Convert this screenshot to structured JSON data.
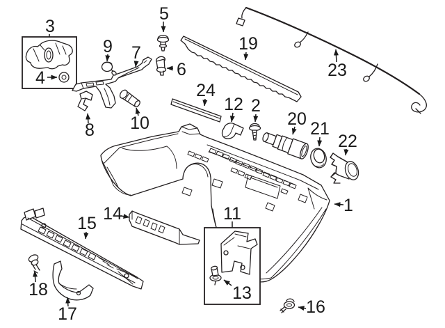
{
  "colors": {
    "background": "#ffffff",
    "line": "#231f20",
    "text": "#1a1a1a"
  },
  "callouts": {
    "c1": {
      "label": "1"
    },
    "c2": {
      "label": "2"
    },
    "c3": {
      "label": "3"
    },
    "c4": {
      "label": "4"
    },
    "c5": {
      "label": "5"
    },
    "c6": {
      "label": "6"
    },
    "c7": {
      "label": "7"
    },
    "c8": {
      "label": "8"
    },
    "c9": {
      "label": "9"
    },
    "c10": {
      "label": "10"
    },
    "c11": {
      "label": "11"
    },
    "c12": {
      "label": "12"
    },
    "c13": {
      "label": "13"
    },
    "c14": {
      "label": "14"
    },
    "c15": {
      "label": "15"
    },
    "c16": {
      "label": "16"
    },
    "c17": {
      "label": "17"
    },
    "c18": {
      "label": "18"
    },
    "c19": {
      "label": "19"
    },
    "c20": {
      "label": "20"
    },
    "c21": {
      "label": "21"
    },
    "c22": {
      "label": "22"
    },
    "c23": {
      "label": "23"
    },
    "c24": {
      "label": "24"
    }
  }
}
